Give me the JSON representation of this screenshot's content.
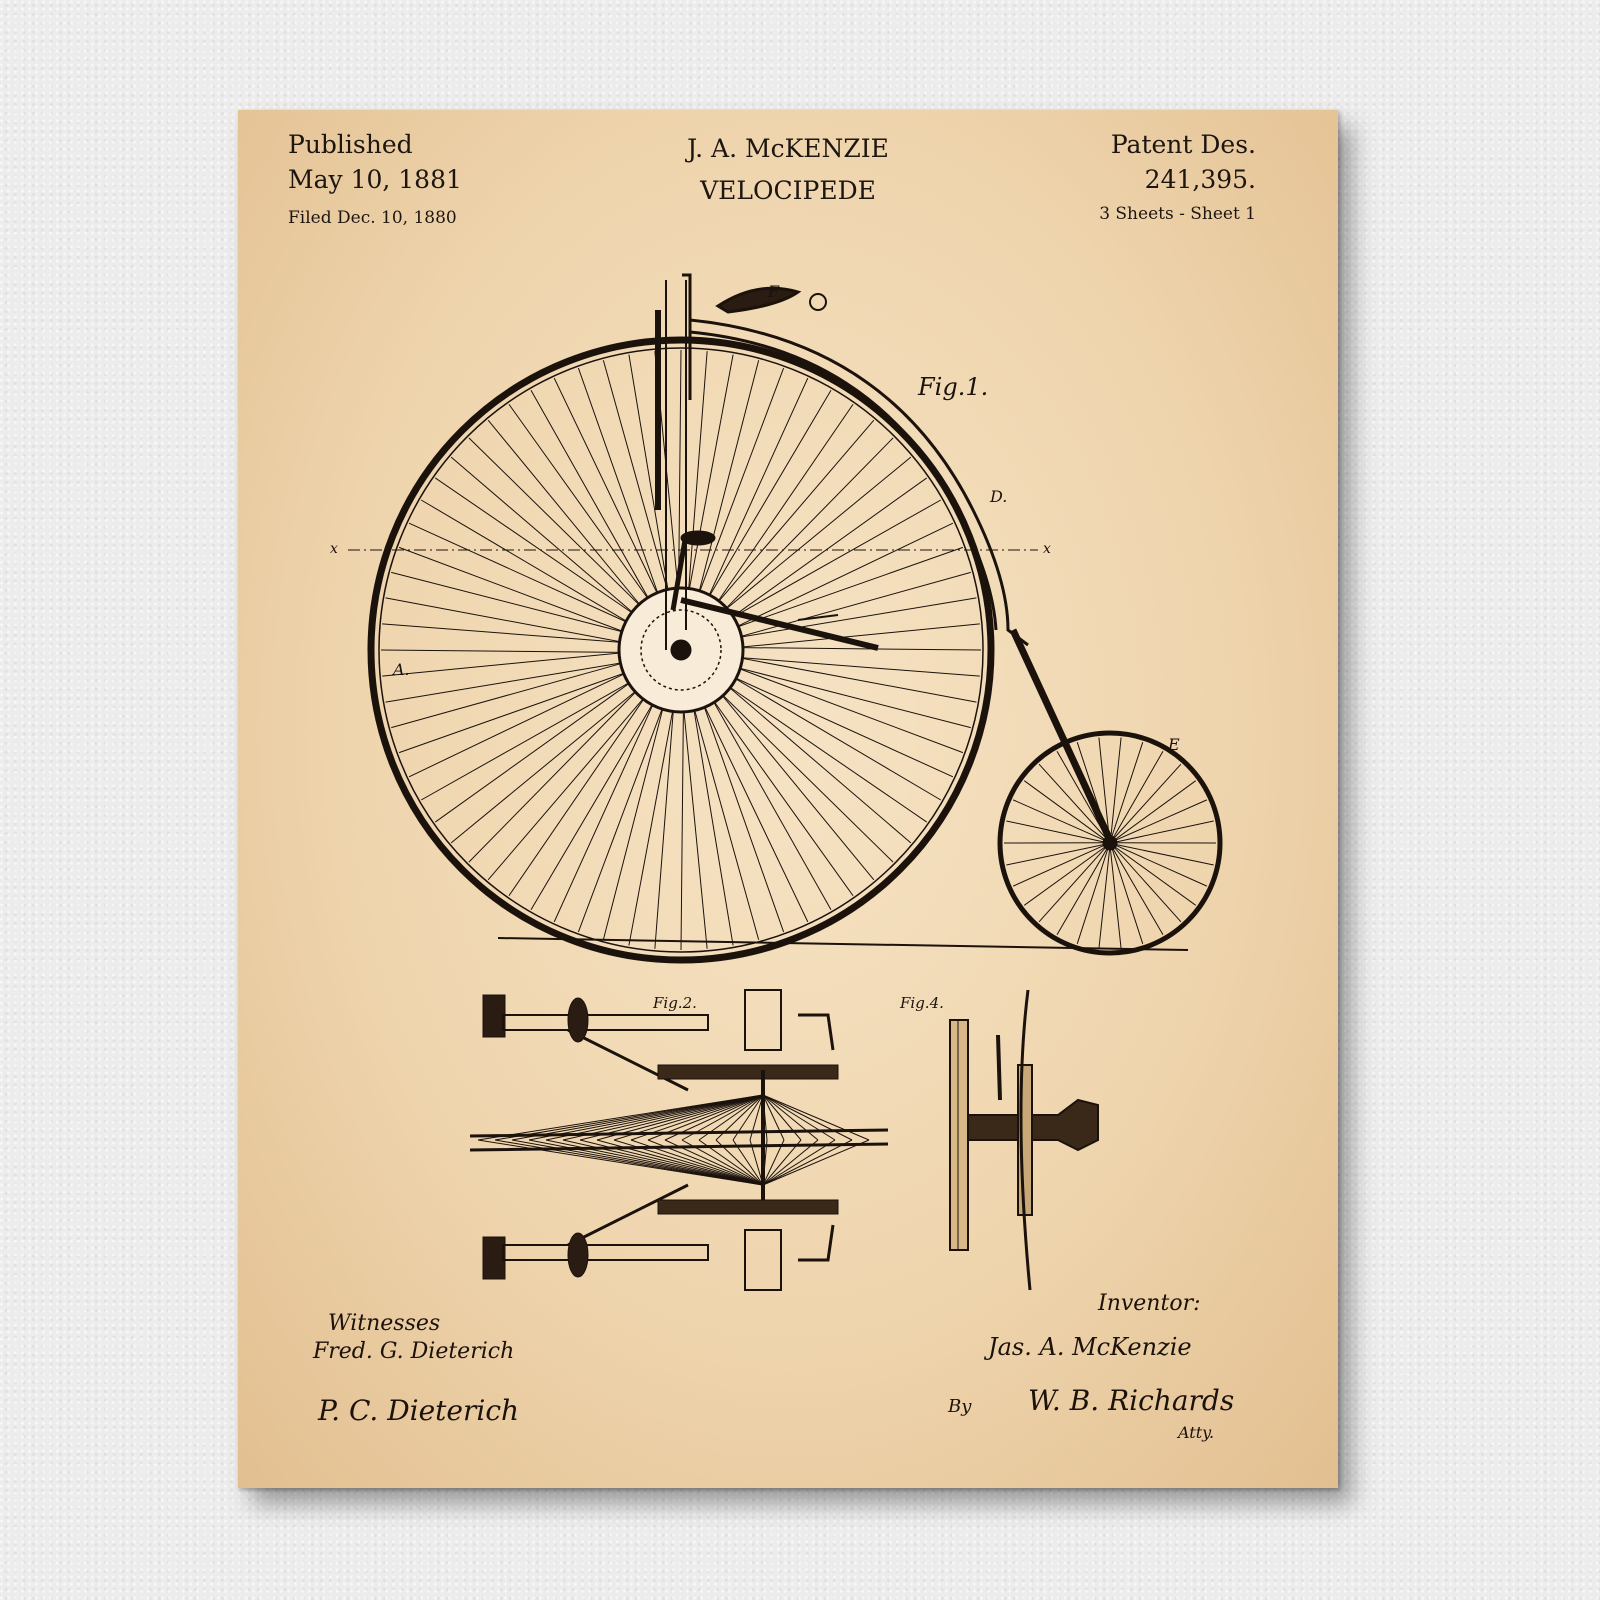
{
  "header": {
    "published_label": "Published",
    "published_date": "May 10, 1881",
    "filed": "Filed Dec. 10, 1880",
    "inventor_name": "J. A. McKENZIE",
    "title": "VELOCIPEDE",
    "patent_label": "Patent Des.",
    "patent_number": "241,395.",
    "sheets": "3 Sheets - Sheet 1"
  },
  "figures": {
    "fig1": "Fig.1.",
    "fig2": "Fig.2.",
    "fig4": "Fig.4."
  },
  "part_labels": {
    "a": "A.",
    "d": "D.",
    "e": "E",
    "f": "F",
    "x_left": "x",
    "x_right": "x"
  },
  "signatures": {
    "witnesses_label": "Witnesses",
    "witness1": "Fred. G. Dieterich",
    "witness2": "P. C. Dieterich",
    "inventor_label": "Inventor:",
    "inventor_signature": "Jas. A. McKenzie",
    "by_label": "By",
    "attorney_signature": "W. B. Richards",
    "atty_label": "Atty."
  },
  "colors": {
    "paper": "#efd5ae",
    "ink": "#1b120c",
    "wall": "#ececec"
  }
}
